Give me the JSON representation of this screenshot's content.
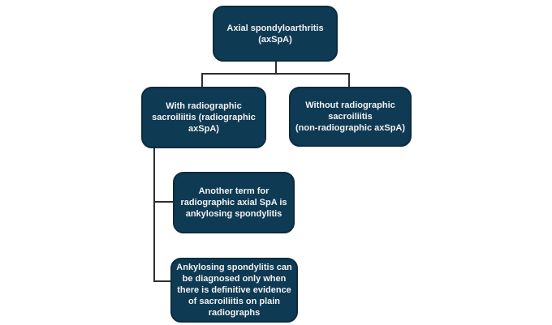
{
  "colors": {
    "node_fill": "#0f3a54",
    "node_border": "#0c2b3e",
    "node_text": "#f2f2f2",
    "connector": "#2e2e2e",
    "background": "#ffffff"
  },
  "nodes": {
    "root": {
      "lines": [
        "Axial spondyloarthritis",
        "(axSpA)"
      ]
    },
    "with_radiographic": {
      "lines": [
        "With radiographic",
        "sacroiliitis (radiographic",
        "axSpA)"
      ]
    },
    "without_radiographic": {
      "lines": [
        "Without radiographic",
        "sacroiliitis",
        "(non-radiographic axSpA)"
      ]
    },
    "another_term": {
      "lines": [
        "Another term for",
        "radiographic axial SpA is",
        "ankylosing spondylitis"
      ]
    },
    "diagnosis_rule": {
      "lines": [
        "Ankylosing spondylitis can",
        "be diagnosed only when",
        "there is definitive evidence",
        "of sacroiliitis on plain",
        "radiographs"
      ]
    }
  }
}
